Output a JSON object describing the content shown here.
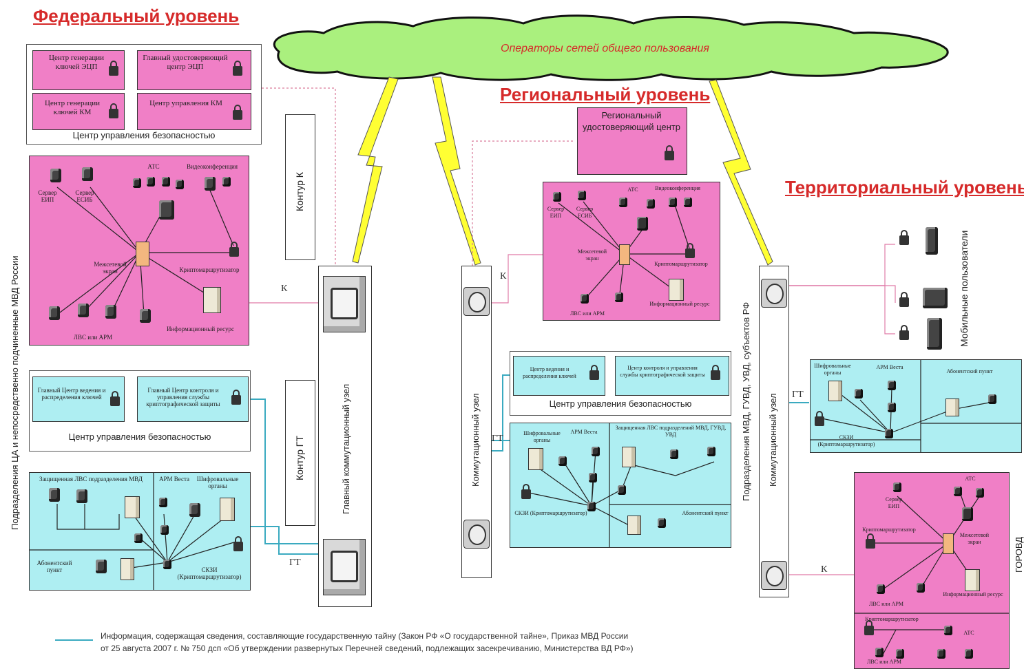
{
  "levels": {
    "federal": "Федеральный уровень",
    "regional": "Региональный уровень",
    "territorial": "Территориальный уровень"
  },
  "cloud": {
    "label": "Операторы сетей общего пользования"
  },
  "federal": {
    "security_center": {
      "caption": "Центр управления безопасностью",
      "key_gen_ecp": "Центр генерации ключей ЭЦП",
      "main_cert_center": "Главный удостоверяющий центр ЭЦП",
      "key_gen_km": "Центр генерации ключей КМ",
      "km_mgmt_center": "Центр управления КМ"
    },
    "lan": {
      "atc": "АТС",
      "videoconf": "Видеоконференция",
      "server_eip": "Сервер ЕИП",
      "server_esib": "Сервер ЕСИБ",
      "firewall": "Межсетевой экран",
      "crypto_router": "Криптомаршрутизатор",
      "info_resource": "Информационный ресурс",
      "workstations": "ЛВС или АРМ"
    },
    "secret_security_center": {
      "caption": "Центр управления безопасностью",
      "main_keys_center": "Главный Центр ведения и распределения ключей",
      "main_crypto_center": "Главный Центр контроля и управления службы криптографической защиты"
    },
    "secret_lan": {
      "protected_lan": "Защищенная ЛВС подразделения МВД",
      "arm_vesta": "АРМ Веста",
      "cipher_organs": "Шифровальные органы",
      "subscriber_point": "Абонентский пункт",
      "skzi": "СКЗИ (Криптомаршрутизатор)"
    },
    "side_label": "Подразделения ЦА и непосредственно подчиненные МВД России"
  },
  "contours": {
    "k": "Контур К",
    "gt": "Контур ГТ"
  },
  "main_node": {
    "label": "Главный коммутационный узел"
  },
  "links": {
    "k": "К",
    "gt": "ГТ"
  },
  "regional": {
    "cert_center": "Региональный удостоверяющий центр",
    "lan": {
      "atc": "АТС",
      "videoconf": "Видеоконференция",
      "server_eip": "Сервер ЕИП",
      "server_esib": "Сервер ЕСИБ",
      "firewall": "Межсетевой экран",
      "crypto_router": "Криптомаршрутизатор",
      "info_resource": "Информационный ресурс",
      "workstations": "ЛВС или АРМ"
    },
    "security_center": {
      "caption": "Центр управления безопасностью",
      "keys_center": "Центр ведения и распределения ключей",
      "crypto_center": "Центр контроля и управления службы криптографической защиты"
    },
    "secret_lan": {
      "cipher_organs": "Шифровальные органы",
      "arm_vesta": "АРМ Веста",
      "protected_lan": "Защищенная ЛВС подразделений МВД, ГУВД, УВД",
      "skzi": "СКЗИ (Криптомаршрутизатор)",
      "subscriber_point": "Абонентский пункт"
    },
    "node_label": "Коммутационный узел"
  },
  "territorial": {
    "side_label": "Подразделения МВД, ГУВД, УВД, субъектов РФ",
    "node_label": "Коммутационный узел",
    "mobile_label": "Мобильные пользователи",
    "secret_lan": {
      "cipher_organs": "Шифровальные органы",
      "arm_vesta": "АРМ Веста",
      "subscriber_point": "Абонентский пункт",
      "skzi": "СКЗИ (Криптомаршрутизатор)"
    },
    "gorovd": {
      "label": "ГОРОВД",
      "atc": "АТС",
      "server_eip": "Сервер ЕИП",
      "crypto_router": "Криптомаршрутизатор",
      "firewall": "Межсетевой экран",
      "info_resource": "Информационный ресурс",
      "workstations": "ЛВС или АРМ",
      "crypto_router2": "Криптомаршрутизатор",
      "atc2": "АТС",
      "workstations2": "ЛВС или АРМ"
    }
  },
  "legend": {
    "line1": "Информация, содержащая сведения, составляющие государственную тайну (Закон РФ «О государственной тайне», Приказ МВД России",
    "line2": "от 25 августа 2007 г. № 750 дсп «Об утверждении развернутых Перечней сведений, подлежащих засекречиванию, Министерства ВД РФ»)"
  },
  "colors": {
    "level_title": "#d62a2a",
    "cloud_fill": "#aaf07e",
    "open_segment": "#f07fc6",
    "secret_segment": "#aeeef2",
    "secret_line": "#3aaac0",
    "lightning": "#ffff33"
  }
}
